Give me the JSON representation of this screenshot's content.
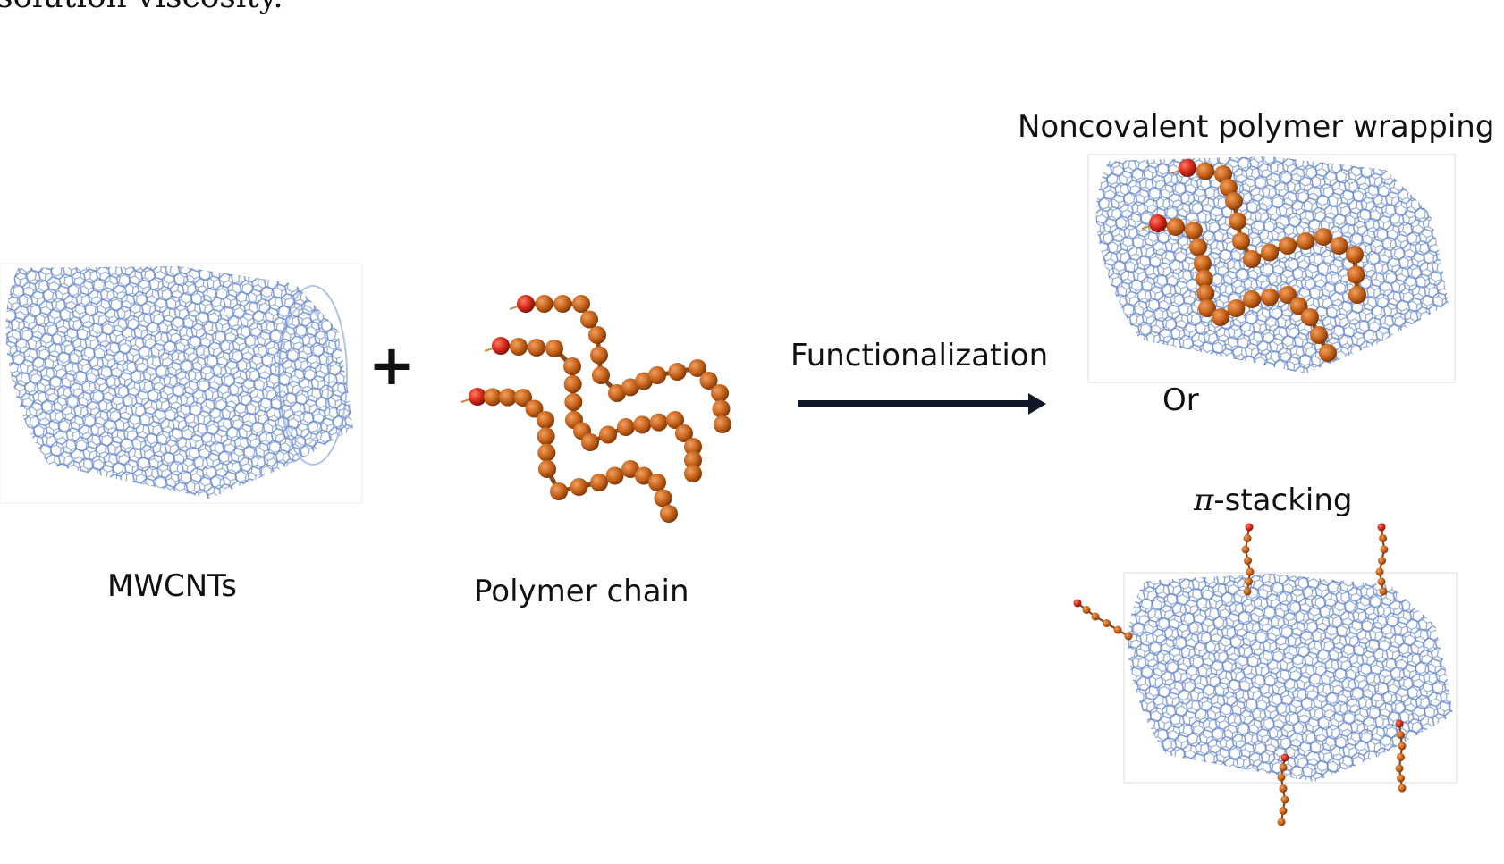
{
  "header_fragment": "solution viscosity.",
  "labels": {
    "plus": "+",
    "mwcnts": "MWCNTs",
    "polymer_chain": "Polymer chain",
    "functionalization": "Functionalization",
    "noncovalent": "Noncovalent polymer wrapping",
    "or": "Or",
    "pi_symbol": "π",
    "stacking": "-stacking"
  },
  "colors": {
    "nanotube": "#6f8fcf",
    "bead": "#c8641b",
    "bead_end": "#d42a1a",
    "arrow": "#101828"
  }
}
